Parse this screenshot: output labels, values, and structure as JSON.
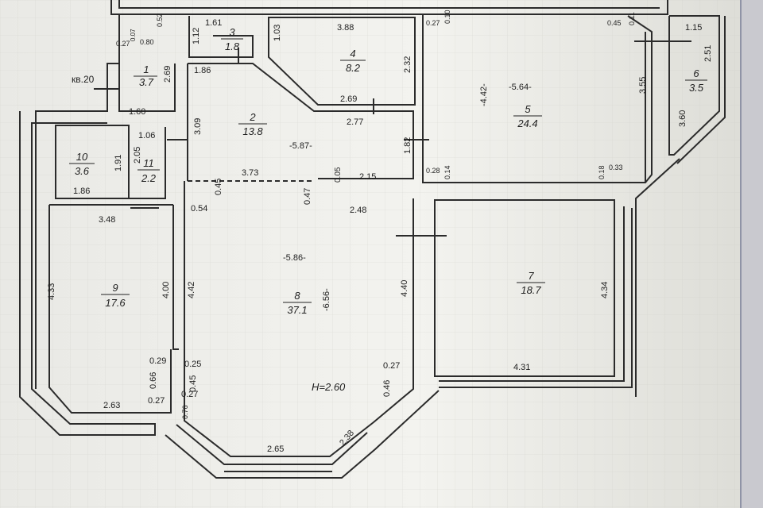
{
  "apartment_label": "кв.20",
  "ceiling_height": "H=2.60",
  "rooms": [
    {
      "id": "r1",
      "number": "1",
      "area": "3.7"
    },
    {
      "id": "r2",
      "number": "2",
      "area": "13.8"
    },
    {
      "id": "r3",
      "number": "3",
      "area": "1.8"
    },
    {
      "id": "r4",
      "number": "4",
      "area": "8.2"
    },
    {
      "id": "r5",
      "number": "5",
      "area": "24.4"
    },
    {
      "id": "r6",
      "number": "6",
      "area": "3.5"
    },
    {
      "id": "r7",
      "number": "7",
      "area": "18.7"
    },
    {
      "id": "r8",
      "number": "8",
      "area": "37.1"
    },
    {
      "id": "r9",
      "number": "9",
      "area": "17.6"
    },
    {
      "id": "r10",
      "number": "10",
      "area": "3.6"
    },
    {
      "id": "r11",
      "number": "11",
      "area": "2.2"
    }
  ],
  "dimensions": [
    {
      "id": "d1",
      "text": "1.61"
    },
    {
      "id": "d2",
      "text": "0.52"
    },
    {
      "id": "d3",
      "text": "1.12"
    },
    {
      "id": "d4",
      "text": "0.27"
    },
    {
      "id": "d5",
      "text": "0.07"
    },
    {
      "id": "d6",
      "text": "0.80"
    },
    {
      "id": "d7",
      "text": "2.69"
    },
    {
      "id": "d8",
      "text": "1.86"
    },
    {
      "id": "d9",
      "text": "1.60"
    },
    {
      "id": "d10",
      "text": "3.88"
    },
    {
      "id": "d11",
      "text": "1.03"
    },
    {
      "id": "d12",
      "text": "2.32"
    },
    {
      "id": "d13",
      "text": "2.69"
    },
    {
      "id": "d14",
      "text": "2.77"
    },
    {
      "id": "d15",
      "text": "3.09"
    },
    {
      "id": "d16",
      "text": "-5.87-"
    },
    {
      "id": "d17",
      "text": "1.82"
    },
    {
      "id": "d18",
      "text": "0.27"
    },
    {
      "id": "d19",
      "text": "0.10"
    },
    {
      "id": "d20",
      "text": "0.45"
    },
    {
      "id": "d21",
      "text": "0.11"
    },
    {
      "id": "d22",
      "text": "1.15"
    },
    {
      "id": "d23",
      "text": "2.51"
    },
    {
      "id": "d24",
      "text": "-4.42-"
    },
    {
      "id": "d25",
      "text": "-5.64-"
    },
    {
      "id": "d26",
      "text": "3.55"
    },
    {
      "id": "d27",
      "text": "3.60"
    },
    {
      "id": "d28",
      "text": "0.28"
    },
    {
      "id": "d29",
      "text": "0.14"
    },
    {
      "id": "d30",
      "text": "0.18"
    },
    {
      "id": "d31",
      "text": "0.33"
    },
    {
      "id": "d32",
      "text": "1.06"
    },
    {
      "id": "d33",
      "text": "2.05"
    },
    {
      "id": "d34",
      "text": "1.91"
    },
    {
      "id": "d35",
      "text": "1.86"
    },
    {
      "id": "d36",
      "text": "3.73"
    },
    {
      "id": "d37",
      "text": "0.05"
    },
    {
      "id": "d38",
      "text": "2.15"
    },
    {
      "id": "d39",
      "text": "0.45"
    },
    {
      "id": "d40",
      "text": "0.47"
    },
    {
      "id": "d41",
      "text": "0.54"
    },
    {
      "id": "d42",
      "text": "2.48"
    },
    {
      "id": "d43",
      "text": "3.48"
    },
    {
      "id": "d44",
      "text": "-5.86-"
    },
    {
      "id": "d45",
      "text": "4.33"
    },
    {
      "id": "d46",
      "text": "4.00"
    },
    {
      "id": "d47",
      "text": "4.42"
    },
    {
      "id": "d48",
      "text": "-6.56-"
    },
    {
      "id": "d49",
      "text": "4.40"
    },
    {
      "id": "d50",
      "text": "4.34"
    },
    {
      "id": "d51",
      "text": "0.29"
    },
    {
      "id": "d52",
      "text": "0.25"
    },
    {
      "id": "d53",
      "text": "0.66"
    },
    {
      "id": "d54",
      "text": "0.45"
    },
    {
      "id": "d55",
      "text": "0.27"
    },
    {
      "id": "d56",
      "text": "0.27"
    },
    {
      "id": "d57",
      "text": "0.27"
    },
    {
      "id": "d58",
      "text": "0.46"
    },
    {
      "id": "d59",
      "text": "4.31"
    },
    {
      "id": "d60",
      "text": "2.63"
    },
    {
      "id": "d61",
      "text": "0.76"
    },
    {
      "id": "d62",
      "text": "2.38"
    },
    {
      "id": "d63",
      "text": "2.65"
    }
  ]
}
